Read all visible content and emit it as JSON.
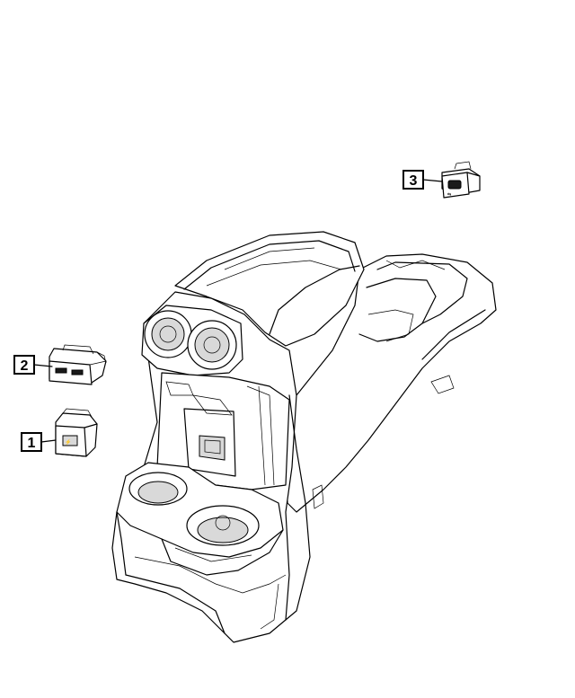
{
  "callouts": [
    {
      "label": "1"
    },
    {
      "label": "2"
    },
    {
      "label": "3"
    }
  ],
  "colors": {
    "line": "#000000",
    "background": "#ffffff"
  },
  "parts": [
    "usb-charging-port",
    "usb-port-dual",
    "usb-port-single",
    "center-console"
  ]
}
